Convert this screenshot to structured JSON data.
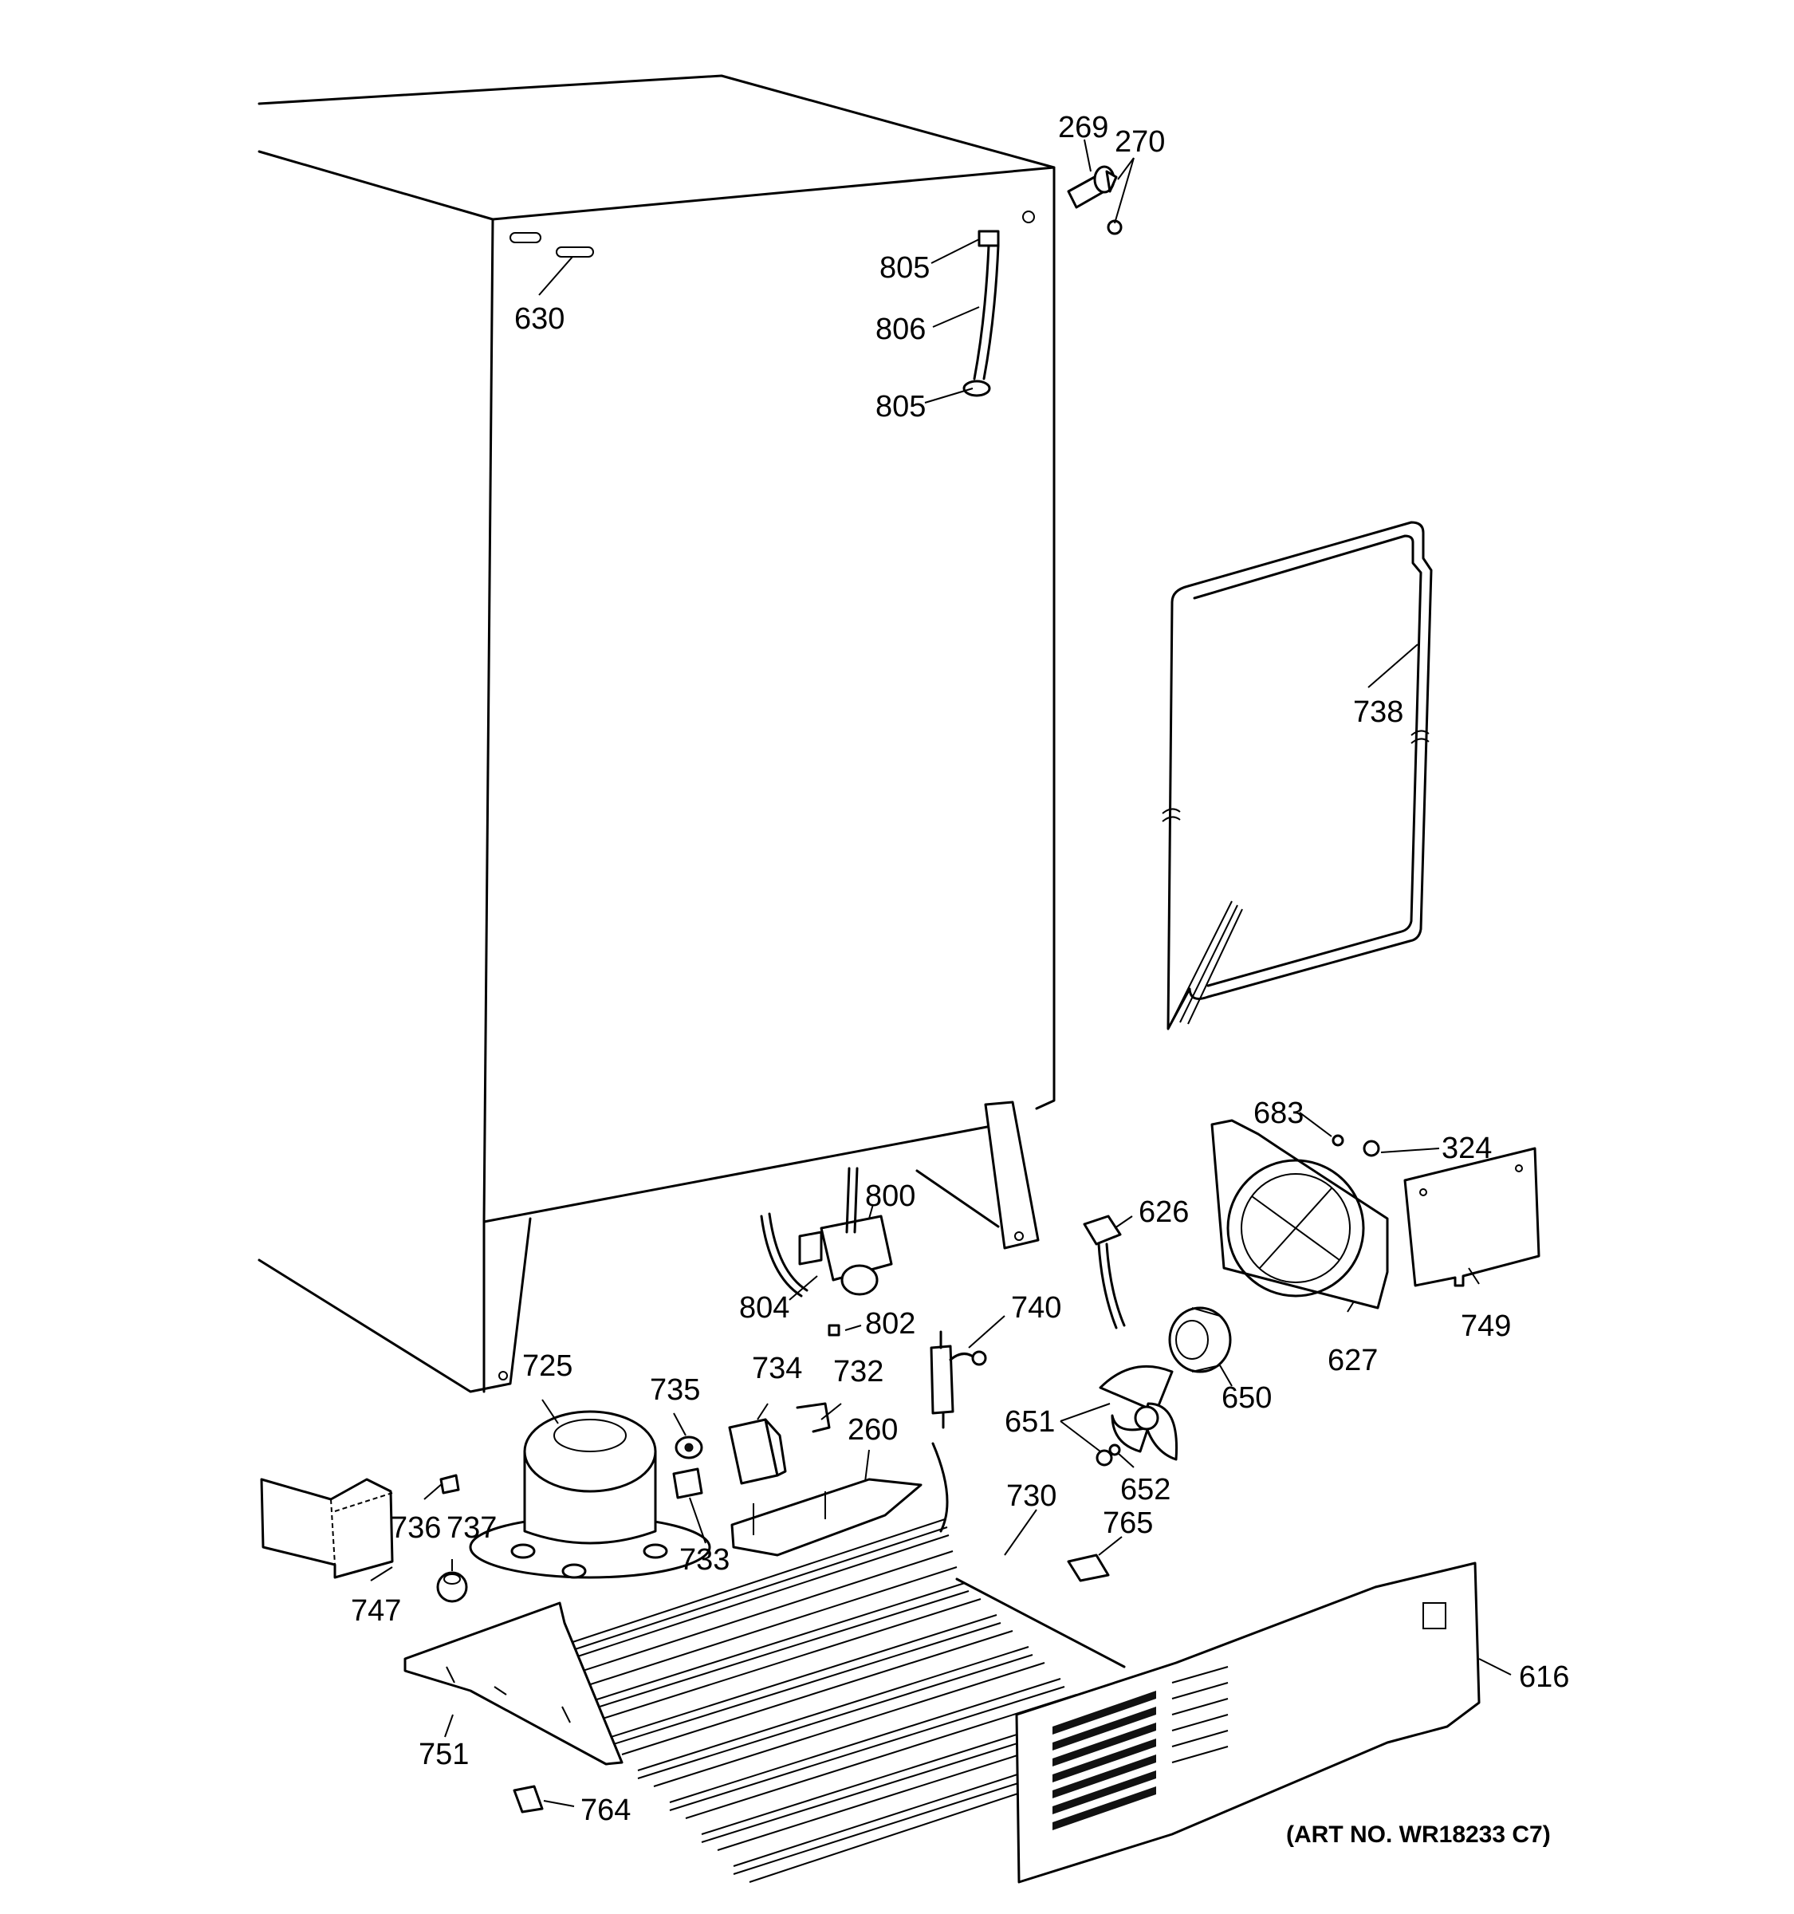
{
  "callouts": [
    {
      "id": "269",
      "text": "269"
    },
    {
      "id": "270",
      "text": "270"
    },
    {
      "id": "805a",
      "text": "805"
    },
    {
      "id": "630",
      "text": "630"
    },
    {
      "id": "806",
      "text": "806"
    },
    {
      "id": "805b",
      "text": "805"
    },
    {
      "id": "738",
      "text": "738"
    },
    {
      "id": "683",
      "text": "683"
    },
    {
      "id": "324",
      "text": "324"
    },
    {
      "id": "800",
      "text": "800"
    },
    {
      "id": "626",
      "text": "626"
    },
    {
      "id": "804",
      "text": "804"
    },
    {
      "id": "802",
      "text": "802"
    },
    {
      "id": "740",
      "text": "740"
    },
    {
      "id": "627",
      "text": "627"
    },
    {
      "id": "749",
      "text": "749"
    },
    {
      "id": "725",
      "text": "725"
    },
    {
      "id": "735",
      "text": "735"
    },
    {
      "id": "734",
      "text": "734"
    },
    {
      "id": "732",
      "text": "732"
    },
    {
      "id": "650",
      "text": "650"
    },
    {
      "id": "651",
      "text": "651"
    },
    {
      "id": "260",
      "text": "260"
    },
    {
      "id": "730",
      "text": "730"
    },
    {
      "id": "652",
      "text": "652"
    },
    {
      "id": "765",
      "text": "765"
    },
    {
      "id": "736",
      "text": "736"
    },
    {
      "id": "737",
      "text": "737"
    },
    {
      "id": "733",
      "text": "733"
    },
    {
      "id": "747",
      "text": "747"
    },
    {
      "id": "616",
      "text": "616"
    },
    {
      "id": "751",
      "text": "751"
    },
    {
      "id": "764",
      "text": "764"
    }
  ],
  "art_number": "(ART NO. WR18233 C7)"
}
